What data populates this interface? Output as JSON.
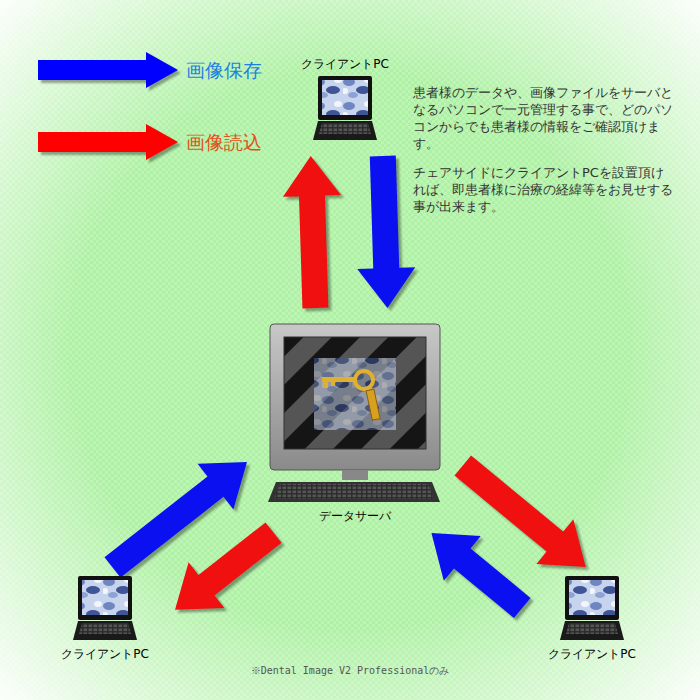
{
  "diagram": {
    "nodes": [
      {
        "text": [
          "クライアントPC"
        ]
      },
      {
        "text": [
          "データサーバ"
        ]
      },
      {
        "text": [
          "クライアントPC"
        ]
      },
      {
        "text": [
          "クライアントPC"
        ]
      }
    ],
    "edges": [
      {
        "from": 1,
        "to": 0,
        "arrow": "to"
      },
      {
        "from": 0,
        "to": 1,
        "arrow": "to"
      },
      {
        "from": 2,
        "to": 1,
        "arrow": "to"
      },
      {
        "from": 1,
        "to": 2,
        "arrow": "to"
      },
      {
        "from": 3,
        "to": 1,
        "arrow": "to"
      },
      {
        "from": 1,
        "to": 3,
        "arrow": "to"
      }
    ],
    "labels": [
      "患者様のデータや、画像ファイルをサーバとなるパソコンで一元管理する事で、どのパソコンからでも患者様の情報をご確認頂けます。",
      "チェアサイドにクライアントPCを設置頂ければ、即患者様に治療の経緯等をお見せする事が出来ます。",
      "※Dental Image V2 Professionalのみ"
    ],
    "legend": [
      {
        "text": "画像保存",
        "color": "#0000ff"
      },
      {
        "text": "画像読込",
        "color": "#ff0000"
      }
    ]
  }
}
